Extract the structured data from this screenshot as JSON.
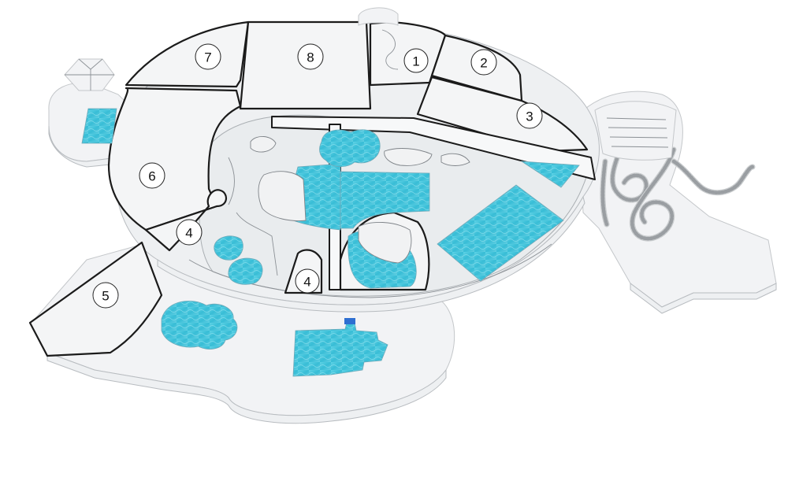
{
  "colors": {
    "water": "#3ec4dc",
    "water_light": "#8fe0ee",
    "building_outline": "#1b1b1b",
    "ground": "#f2f3f5"
  },
  "zone_labels": [
    {
      "id": "zone-1",
      "text": "1"
    },
    {
      "id": "zone-2",
      "text": "2"
    },
    {
      "id": "zone-3",
      "text": "3"
    },
    {
      "id": "zone-4a",
      "text": "4"
    },
    {
      "id": "zone-4b",
      "text": "4"
    },
    {
      "id": "zone-5",
      "text": "5"
    },
    {
      "id": "zone-6",
      "text": "6"
    },
    {
      "id": "zone-7",
      "text": "7"
    },
    {
      "id": "zone-8",
      "text": "8"
    }
  ]
}
